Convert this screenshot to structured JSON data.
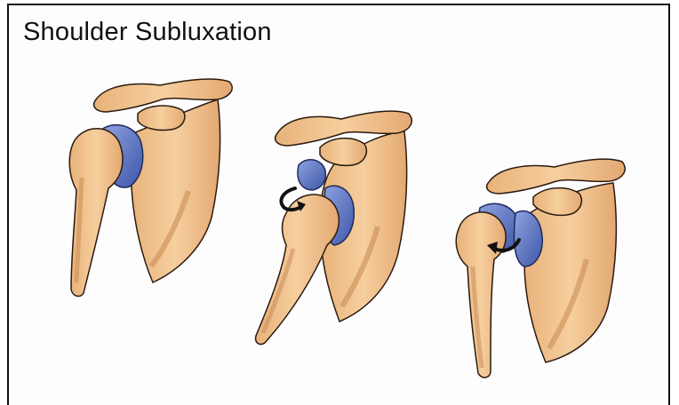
{
  "title": "Shoulder Subluxation",
  "colors": {
    "bone": "#f2c48f",
    "bone_shadow": "#d49a63",
    "outline": "#2a1a10",
    "cartilage": "#4a62b8",
    "cartilage_light": "#7f93d6",
    "arrow": "#111111"
  },
  "panels": [
    {
      "state": "normal"
    },
    {
      "state": "subluxation-rotated",
      "arrow": "curved-arrow-icon"
    },
    {
      "state": "subluxation-rotated",
      "arrow": "curved-arrow-icon"
    }
  ]
}
